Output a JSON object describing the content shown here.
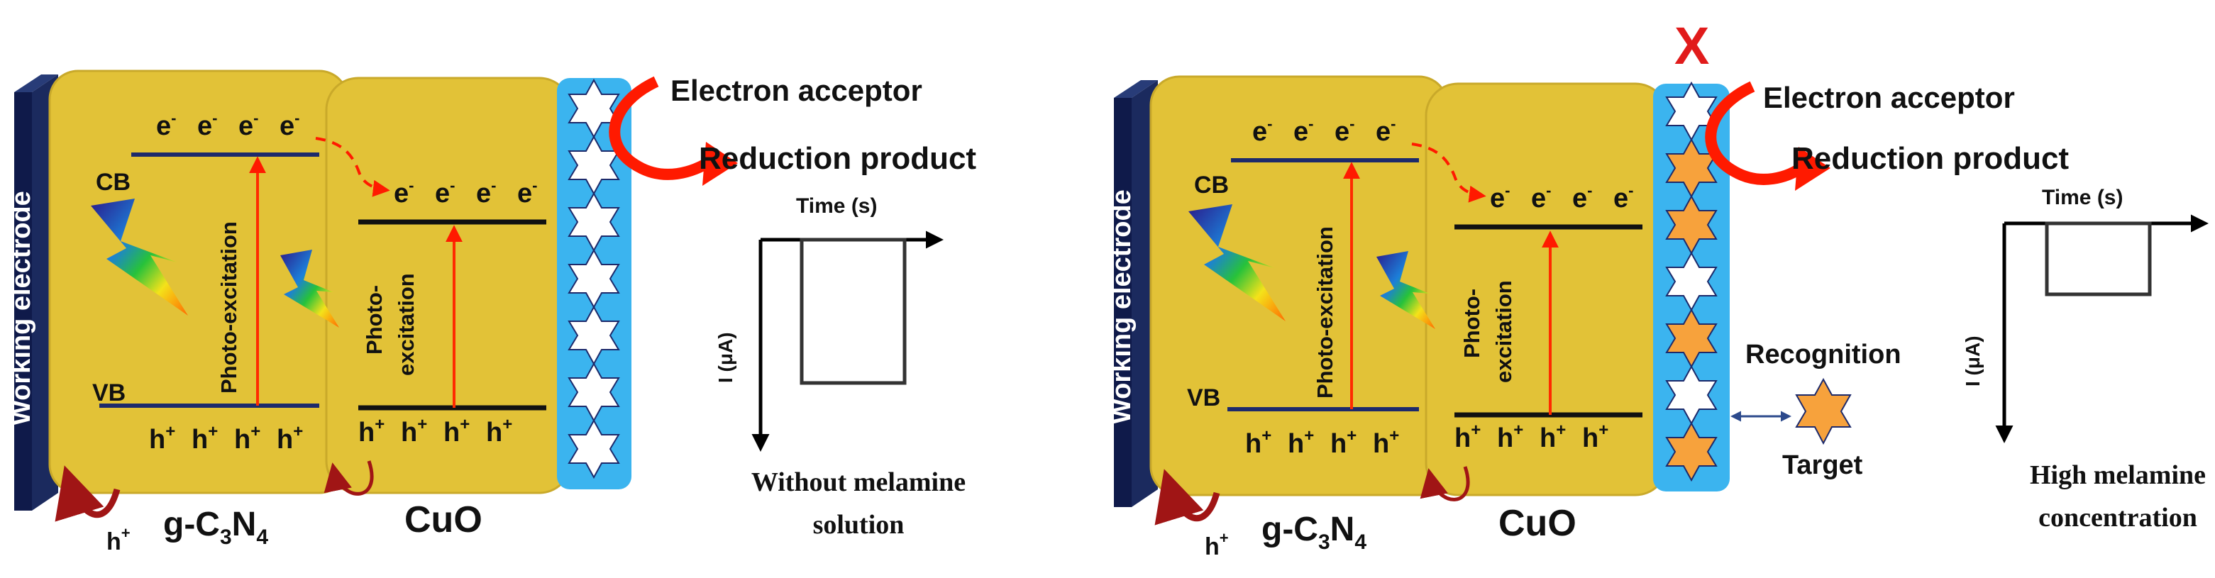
{
  "panels": [
    {
      "id": "left",
      "working_electrode": "Working electrode",
      "band_cb": "CB",
      "band_vb": "VB",
      "electrons": [
        "e",
        "e",
        "e",
        "e"
      ],
      "electron_sup": "-",
      "holes": [
        "h",
        "h",
        "h",
        "h"
      ],
      "hole_sup": "+",
      "photo_excitation_gcn": "Photo-excitation",
      "photo_excitation_cuo_line1": "Photo-",
      "photo_excitation_cuo_line2": "excitation",
      "gcn_label": {
        "main": "g-C",
        "sub1": "3",
        "mid": "N",
        "sub2": "4"
      },
      "cuo_label": "CuO",
      "hole_out": "h",
      "electron_acceptor": "Electron acceptor",
      "reduction_product": "Reduction product",
      "time_axis": "Time (s)",
      "current_axis": "I (μA)",
      "caption_line1": "Without melamine",
      "caption_line2": "solution",
      "stars": [
        "white",
        "white",
        "white",
        "white",
        "white",
        "white",
        "white"
      ],
      "blocked": false
    },
    {
      "id": "right",
      "working_electrode": "Working electrode",
      "band_cb": "CB",
      "band_vb": "VB",
      "electrons": [
        "e",
        "e",
        "e",
        "e"
      ],
      "electron_sup": "-",
      "holes": [
        "h",
        "h",
        "h",
        "h"
      ],
      "hole_sup": "+",
      "photo_excitation_gcn": "Photo-excitation",
      "photo_excitation_cuo_line1": "Photo-",
      "photo_excitation_cuo_line2": "excitation",
      "gcn_label": {
        "main": "g-C",
        "sub1": "3",
        "mid": "N",
        "sub2": "4"
      },
      "cuo_label": "CuO",
      "hole_out": "h",
      "electron_acceptor": "Electron acceptor",
      "reduction_product": "Reduction product",
      "time_axis": "Time (s)",
      "current_axis": "I (μA)",
      "caption_line1": "High melamine",
      "caption_line2": "concentration",
      "stars": [
        "white",
        "orange",
        "orange",
        "white",
        "orange",
        "white",
        "orange"
      ],
      "blocked": true,
      "blocked_mark": "X",
      "recognition": "Recognition",
      "target": "Target"
    }
  ],
  "colors": {
    "semiconductor": "#e2c237",
    "semiconductor_edge": "#c9a92a",
    "electrode_front": "#0f1a4a",
    "electrode_side": "#283c78",
    "band_dark": "#1d2a6b",
    "band_black": "#111111",
    "excite_arrow": "#ff2a00",
    "transfer_arrow": "#ff1a00",
    "curved_arrow": "#a01515",
    "layer_blue": "#3bb4ef",
    "star_white": "#ffffff",
    "star_orange": "#f7a23c",
    "blocked_mark": "#e11b1b"
  }
}
